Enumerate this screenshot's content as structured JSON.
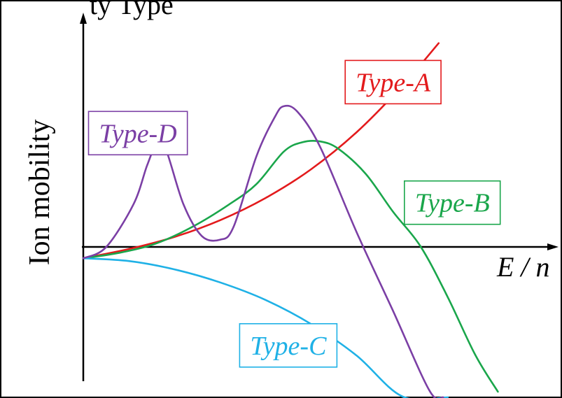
{
  "chart_data": {
    "type": "line",
    "title": "",
    "title_fragment": "ty   Type",
    "xlabel": "E / n",
    "ylabel": "Ion mobility",
    "axis_ticks": "none",
    "grid": false,
    "legend": "inline boxed labels",
    "xlim": [
      0,
      10
    ],
    "ylim": [
      -3,
      5.3
    ],
    "series": [
      {
        "name": "Type-A",
        "color": "#e31a1c",
        "label_anchor": [
          6.8,
          3.8
        ],
        "points": [
          [
            0,
            0
          ],
          [
            1,
            0.2
          ],
          [
            2,
            0.46
          ],
          [
            3,
            0.82
          ],
          [
            4,
            1.3
          ],
          [
            5,
            1.92
          ],
          [
            6,
            2.72
          ],
          [
            7,
            3.72
          ],
          [
            7.8,
            4.64
          ]
        ]
      },
      {
        "name": "Type-B",
        "color": "#1aa64b",
        "label_anchor": [
          8.1,
          1.2
        ],
        "points": [
          [
            0,
            0
          ],
          [
            0.8,
            0.12
          ],
          [
            1.6,
            0.32
          ],
          [
            2.4,
            0.68
          ],
          [
            3.2,
            1.16
          ],
          [
            3.8,
            1.6
          ],
          [
            4.4,
            2.3
          ],
          [
            4.8,
            2.5
          ],
          [
            5.2,
            2.52
          ],
          [
            5.6,
            2.36
          ],
          [
            6.2,
            1.82
          ],
          [
            6.8,
            1.0
          ],
          [
            7.4,
            0.26
          ],
          [
            8.0,
            -0.84
          ],
          [
            8.6,
            -2.08
          ],
          [
            9.1,
            -2.88
          ]
        ]
      },
      {
        "name": "Type-C",
        "color": "#1fb1e6",
        "label_anchor": [
          4.5,
          -1.88
        ],
        "points": [
          [
            0,
            0
          ],
          [
            1,
            -0.06
          ],
          [
            2,
            -0.24
          ],
          [
            3,
            -0.52
          ],
          [
            4,
            -0.9
          ],
          [
            5,
            -1.42
          ],
          [
            6,
            -2.1
          ],
          [
            7,
            -2.98
          ],
          [
            8.0,
            -3.0
          ]
        ]
      },
      {
        "name": "Type-D",
        "color": "#7b3fa5",
        "label_anchor": [
          1.2,
          2.7
        ],
        "points": [
          [
            0,
            0
          ],
          [
            0.5,
            0.24
          ],
          [
            1.1,
            1.16
          ],
          [
            1.4,
            2.0
          ],
          [
            1.6,
            2.44
          ],
          [
            1.8,
            2.38
          ],
          [
            2.2,
            1.16
          ],
          [
            2.6,
            0.48
          ],
          [
            3.0,
            0.4
          ],
          [
            3.3,
            0.68
          ],
          [
            3.8,
            2.2
          ],
          [
            4.2,
            3.04
          ],
          [
            4.4,
            3.28
          ],
          [
            4.7,
            3.16
          ],
          [
            5.2,
            2.4
          ],
          [
            6.0,
            0.56
          ],
          [
            6.8,
            -1.14
          ],
          [
            7.6,
            -2.86
          ],
          [
            7.9,
            -3.0
          ]
        ]
      }
    ]
  }
}
